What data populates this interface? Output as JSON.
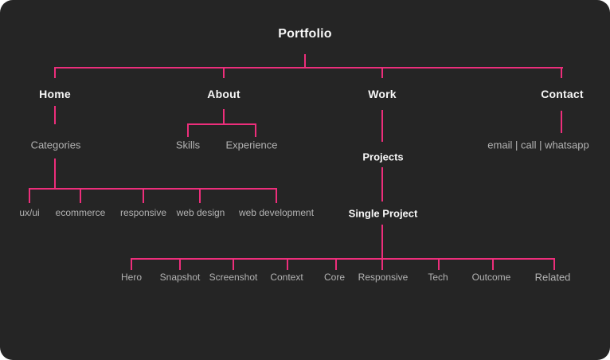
{
  "colors": {
    "background": "#252525",
    "outside": "#ffffff",
    "connector": "#ED2E7B",
    "text_primary": "#f7f7f7",
    "text_secondary": "#b3b3b3"
  },
  "sitemap": {
    "root": "Portfolio",
    "home": {
      "label": "Home",
      "child": "Categories",
      "categories": [
        "ux/ui",
        "ecommerce",
        "responsive",
        "web design",
        "web development"
      ]
    },
    "about": {
      "label": "About",
      "children": [
        "Skills",
        "Experience"
      ]
    },
    "work": {
      "label": "Work",
      "child": "Projects",
      "grandchild": "Single Project",
      "project_sections": [
        "Hero",
        "Snapshot",
        "Screenshot",
        "Context",
        "Core",
        "Responsive",
        "Tech",
        "Outcome",
        "Related"
      ]
    },
    "contact": {
      "label": "Contact",
      "methods": "email | call | whatsapp"
    }
  }
}
